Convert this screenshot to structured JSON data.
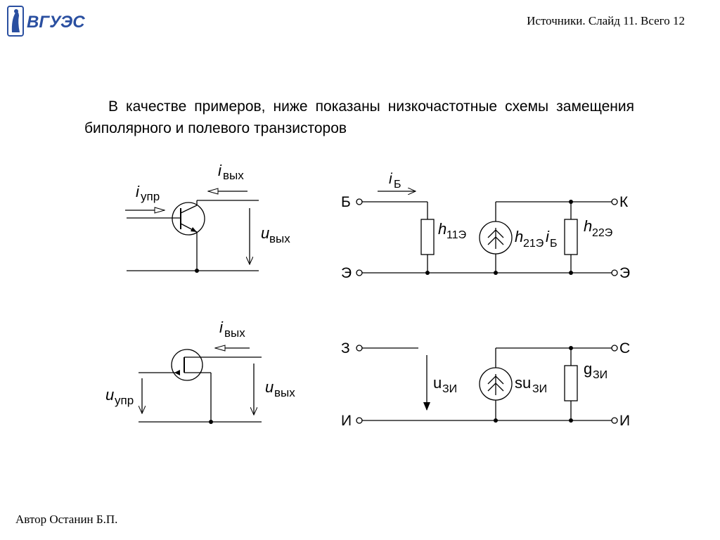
{
  "logo": {
    "text": "ВГУЭС"
  },
  "header": {
    "title": "Источники. Слайд 11. Всего 12"
  },
  "intro": {
    "text": "В качестве примеров, ниже показаны низкочастотные схемы замещения биполярного и полевого транзисторов"
  },
  "footer": {
    "author": "Автор Останин Б.П."
  },
  "bjt_symbol": {
    "out_current_i": "i",
    "out_current_sub": "вых",
    "ctrl_current_i": "i",
    "ctrl_current_sub": "упр",
    "out_voltage_u": "u",
    "out_voltage_sub": "вых"
  },
  "bjt_model": {
    "terminal_base": "Б",
    "terminal_collector": "К",
    "terminal_emitter_left": "Э",
    "terminal_emitter_right": "Э",
    "base_current_i": "i",
    "base_current_sub": "Б",
    "r_in_h": "h",
    "r_in_sub": "11Э",
    "src_h": "h",
    "src_sub": "21Э",
    "src_i": "i",
    "src_i_sub": "Б",
    "r_out_h": "h",
    "r_out_sub": "22Э"
  },
  "fet_symbol": {
    "out_current_i": "i",
    "out_current_sub": "вых",
    "ctrl_voltage_u": "u",
    "ctrl_voltage_sub": "упр",
    "out_voltage_u": "u",
    "out_voltage_sub": "вых"
  },
  "fet_model": {
    "terminal_gate": "З",
    "terminal_drain": "С",
    "terminal_source_left": "И",
    "terminal_source_right": "И",
    "u_gs_main": "u",
    "u_gs_sub": "ЗИ",
    "src_main": "su",
    "src_sub": "ЗИ",
    "g_main": "g",
    "g_sub": "ЗИ"
  }
}
